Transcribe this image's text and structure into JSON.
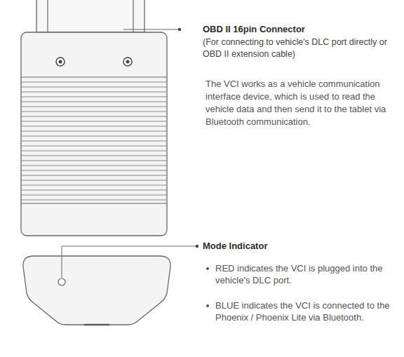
{
  "diagram": {
    "labels": [
      "OBD II 16pin Connector",
      "(For connecting to vehicle's DLC port directly or OBD II extension cable)",
      "The VCI works as a vehicle communication interface device, which is used to read the vehicle data and then send it to the tablet via Bluetooth communication.",
      "Mode Indicator",
      "RED indicates the VCI is plugged into the vehicle's DLC port.",
      "BLUE indicates the VCI is connected to the Phoenix / Phoenix Lite via Bluetooth."
    ]
  }
}
